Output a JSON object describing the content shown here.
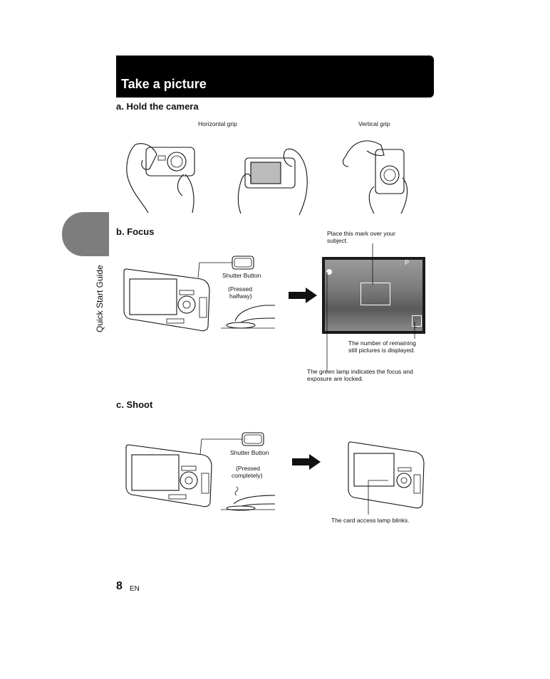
{
  "banner": {
    "title": "Take a picture"
  },
  "side_tab": {
    "label": "Quick Start Guide"
  },
  "section_a": {
    "heading": "a.  Hold the camera",
    "horizontal_label": "Horizontal grip",
    "vertical_label": "Vertical grip"
  },
  "section_b": {
    "heading": "b.  Focus",
    "shutter_label": "Shutter Button",
    "press_line1": "(Pressed",
    "press_line2": "halfway)",
    "mark_line1": "Place this mark over your",
    "mark_line2": "subject.",
    "screen_mode": "P",
    "remaining_line1": "The number of remaining",
    "remaining_line2": "still pictures is displayed.",
    "green_line1": "The green lamp indicates the focus and",
    "green_line2": "exposure are locked."
  },
  "section_c": {
    "heading": "c.  Shoot",
    "shutter_label": "Shutter Button",
    "press_line1": "(Pressed",
    "press_line2": "completely)",
    "card_label": "The card access lamp blinks."
  },
  "footer": {
    "page_number": "8",
    "lang": "EN"
  }
}
